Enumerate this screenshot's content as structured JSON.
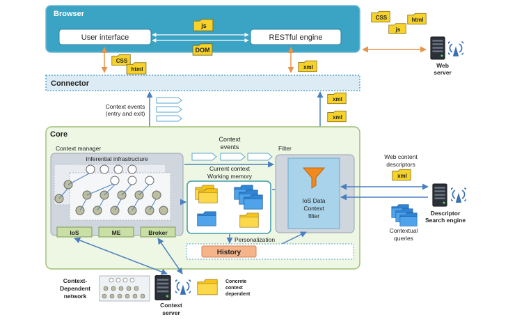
{
  "browser": {
    "title": "Browser",
    "user_interface": "User interface",
    "restful_engine": "RESTful engine",
    "js_tag": "js",
    "dom_tag": "DOM"
  },
  "browser_tags": {
    "css": "CSS",
    "html": "html"
  },
  "web_tags": {
    "css": "CSS",
    "js": "js",
    "html": "html"
  },
  "web_server": {
    "line1": "Web",
    "line2": "server"
  },
  "connector": {
    "title": "Connector",
    "xml_tag": "xml"
  },
  "context_events": {
    "line1": "Context events",
    "line2": "(entry and exit)"
  },
  "xml_stack": [
    "xml",
    "xml"
  ],
  "core": {
    "title": "Core",
    "context_manager": "Context manager",
    "inferential_infrastructure": "Inferential infrastructure",
    "modules": [
      "IoS",
      "ME",
      "Broker"
    ],
    "context_events": {
      "line1": "Context",
      "line2": "events"
    },
    "filter_label": "Filter",
    "working_memory": {
      "line1": "Current context",
      "line2": "Working memory"
    },
    "ios_filter": {
      "line1": "IoS Data",
      "line2": "Context",
      "line3": "filter"
    },
    "personalization": "Personalization",
    "history": "History"
  },
  "web_content": {
    "line1": "Web content",
    "line2": "descriptors",
    "xml_tag": "xml"
  },
  "descriptor_engine": {
    "line1": "Descriptor",
    "line2": "Search engine"
  },
  "contextual_queries": {
    "line1": "Contextual",
    "line2": "queries"
  },
  "context_network": {
    "line1": "Context-",
    "line2": "Dependent",
    "line3": "network"
  },
  "context_server": {
    "line1": "Context",
    "line2": "server"
  },
  "concrete_context": {
    "line1": "Concrete",
    "line2": "context",
    "line3": "dependent"
  },
  "colors": {
    "browser_fill": "#3ba3c4",
    "panel_fill": "#dcebf4",
    "core_fill": "#eef6e4",
    "core_stroke": "#9fbf75",
    "tag_fill": "#f7d22a",
    "arrow_blue": "#4a7ebf",
    "arrow_orange": "#e7944a",
    "history_fill": "#f6b48a",
    "module_fill": "#c9dfa6",
    "node_fill": "#bdbd9f",
    "filter_fill": "#a8d3ea"
  }
}
